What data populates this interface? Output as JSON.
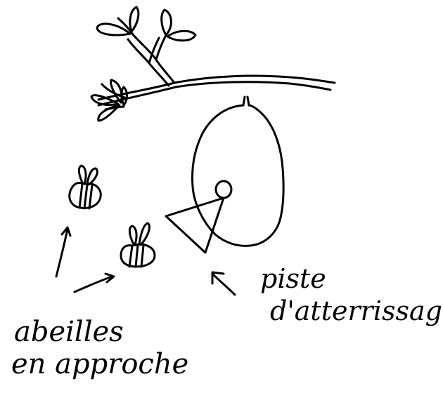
{
  "labels": {
    "landing_line1": "piste",
    "landing_line2": "d'atterrissage",
    "bees_line1": "abeilles",
    "bees_line2": "en approche"
  },
  "colors": {
    "ink": "#000000",
    "paper": "#ffffff"
  }
}
